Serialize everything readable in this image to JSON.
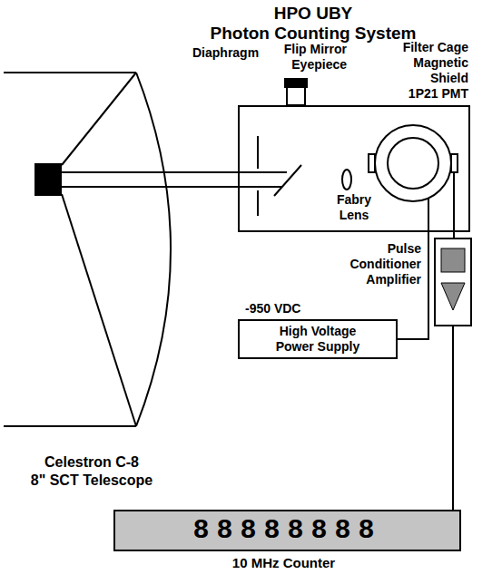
{
  "diagram": {
    "title": "HPO UBY Photon Counting System",
    "nodes": [
      {
        "text": [
          "Fabry Lens"
        ]
      },
      {
        "text": [
          "-950 VDC",
          "High Voltage Power Supply"
        ]
      },
      {
        "text": [
          "Pulse Conditioner Amplifier"
        ]
      },
      {
        "text": [
          "88888888",
          "10 MHz Counter"
        ]
      }
    ],
    "edges": [
      {
        "from": 0,
        "to": 1,
        "arrow": "none"
      },
      {
        "from": 0,
        "to": 2,
        "arrow": "none"
      },
      {
        "from": 2,
        "to": 3,
        "arrow": "none"
      }
    ],
    "labels": [
      "Diaphragm",
      "Flip Mirror Eyepiece",
      "Filter Cage Magnetic Shield 1P21 PMT",
      "Celestron C-8 8\" SCT Telescope"
    ]
  }
}
